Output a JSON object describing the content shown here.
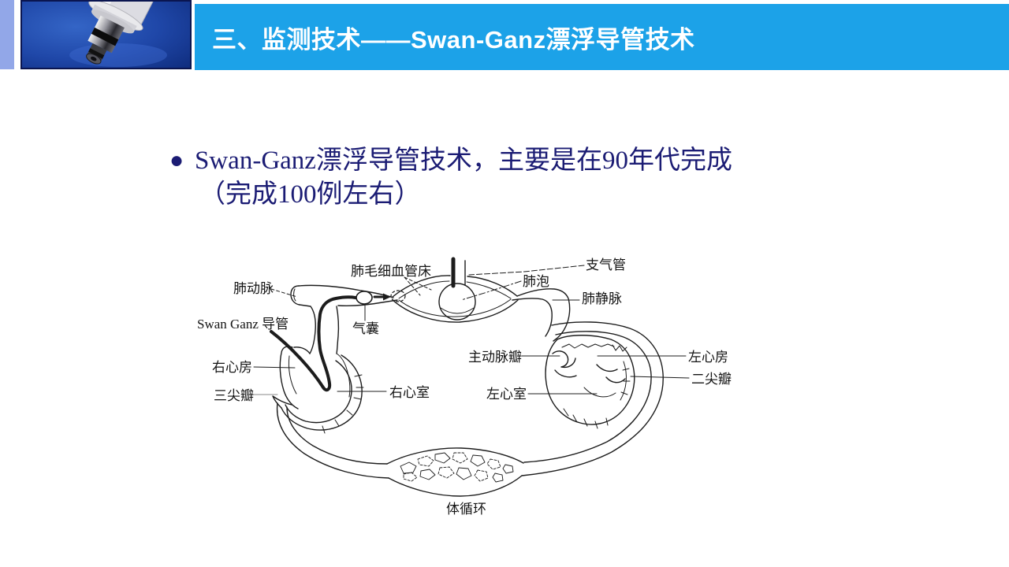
{
  "header": {
    "title": "三、监测技术——Swan-Ganz漂浮导管技术"
  },
  "bullet": {
    "marker": "●",
    "line1": "Swan-Ganz漂浮导管技术，主要是在90年代完成",
    "line2": "（完成100例左右）"
  },
  "diagram": {
    "labels": {
      "pulmonary_capillary_bed": "肺毛细血管床",
      "bronchus": "支气管",
      "alveolus": "肺泡",
      "pulmonary_vein": "肺静脉",
      "pulmonary_artery": "肺动脉",
      "swan_ganz_catheter": "Swan Ganz 导管",
      "balloon": "气囊",
      "right_atrium": "右心房",
      "tricuspid_valve": "三尖瓣",
      "right_ventricle": "右心室",
      "aortic_valve": "主动脉瓣",
      "left_atrium": "左心房",
      "mitral_valve": "二尖瓣",
      "left_ventricle": "左心室",
      "systemic_circulation": "体循环"
    }
  },
  "colors": {
    "header_bg": "#1ca2e8",
    "left_strip": "#92a7e8",
    "photo_border": "#0a1550",
    "body_text": "#1b1c74",
    "title_text": "#ffffff",
    "diagram_ink": "#1c1c1c"
  }
}
